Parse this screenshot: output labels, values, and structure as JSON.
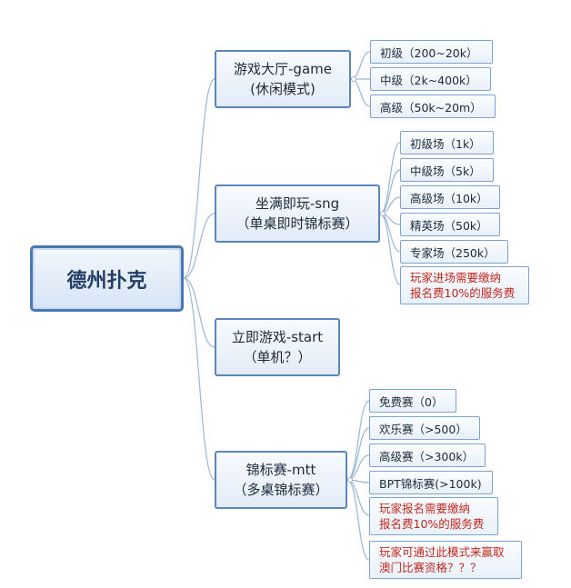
{
  "root": {
    "label": "德州扑克"
  },
  "branches": [
    {
      "line1": "游戏大厅-game",
      "line2": "(休闲模式)",
      "children": [
        {
          "text": "初级（200~20k）"
        },
        {
          "text": "中级（2k~400k）"
        },
        {
          "text": "高级（50k~20m）"
        }
      ]
    },
    {
      "line1": "坐满即玩-sng",
      "line2": "（单桌即时锦标赛）",
      "children": [
        {
          "text": "初级场（1k）"
        },
        {
          "text": "中级场（5k）"
        },
        {
          "text": "高级场（10k）"
        },
        {
          "text": "精英场（50k）"
        },
        {
          "text": "专家场（250k）"
        },
        {
          "line1": "玩家进场需要缴纳",
          "line2": "报名费10%的服务费",
          "note": true
        }
      ]
    },
    {
      "line1": "立即游戏-start",
      "line2": "（单机？）",
      "children": []
    },
    {
      "line1": "锦标赛-mtt",
      "line2": "（多桌锦标赛）",
      "children": [
        {
          "text": "免费赛（0）"
        },
        {
          "text": "欢乐赛（>500）"
        },
        {
          "text": "高级赛（>300k）"
        },
        {
          "text": "BPT锦标赛(>100k)"
        },
        {
          "line1": "玩家报名需要缴纳",
          "line2": "报名费10%的服务费",
          "note": true
        },
        {
          "line1": "玩家可通过此模式来赢取",
          "line2": "澳门比赛资格？？？",
          "note": true
        }
      ]
    }
  ],
  "colors": {
    "connector": "#9ab5d6",
    "note_text": "#c0271c",
    "border": "#5b86bd"
  }
}
